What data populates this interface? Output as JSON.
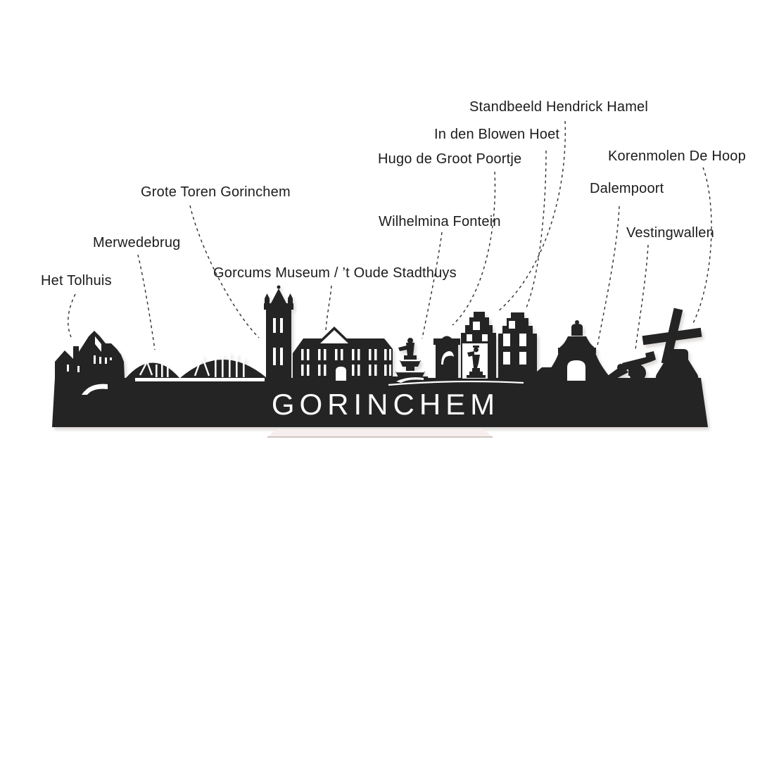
{
  "page": {
    "background": "#ffffff"
  },
  "skyline": {
    "city_name": "GORINCHEM",
    "silhouette_color": "#242424",
    "stand_color": "#f7efed"
  },
  "labels": [
    {
      "id": "het-tolhuis",
      "text": "Het Tolhuis"
    },
    {
      "id": "merwedebrug",
      "text": "Merwedebrug"
    },
    {
      "id": "grote-toren-gorinchem",
      "text": "Grote Toren Gorinchem"
    },
    {
      "id": "gorcums-museum",
      "text": "Gorcums Museum / ’t Oude Stadthuys"
    },
    {
      "id": "wilhelmina-fontein",
      "text": "Wilhelmina Fontein"
    },
    {
      "id": "hugo-de-groot-poortje",
      "text": "Hugo de Groot Poortje"
    },
    {
      "id": "in-den-blowen-hoet",
      "text": "In den Blowen Hoet"
    },
    {
      "id": "standbeeld-hendrick-hamel",
      "text": "Standbeeld Hendrick Hamel"
    },
    {
      "id": "korenmolen-de-hoop",
      "text": "Korenmolen De Hoop"
    },
    {
      "id": "dalempoort",
      "text": "Dalempoort"
    },
    {
      "id": "vestingwallen",
      "text": "Vestingwallen"
    }
  ]
}
